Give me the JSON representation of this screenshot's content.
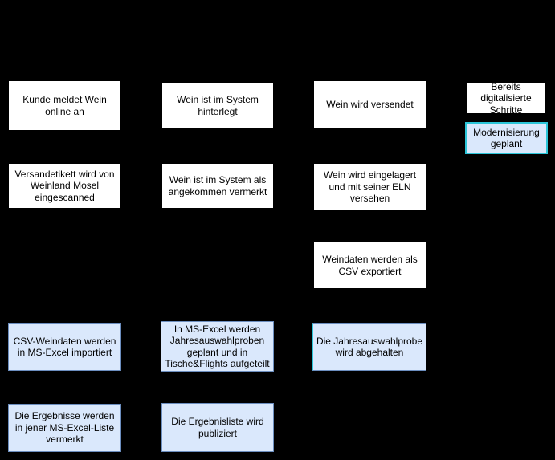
{
  "flowchart": {
    "background_color": "#000000",
    "colors": {
      "digitalized_fill": "#ffffff",
      "planned_fill": "#dae8fc",
      "planned_border": "#6c8ebf",
      "highlight_border": "#2bc5d8",
      "text": "#000000"
    },
    "steps": {
      "kunde_meldet_wein": {
        "label": "Kunde meldet Wein online an",
        "status": "digitalized"
      },
      "wein_im_system_hinterlegt": {
        "label": "Wein ist im System hinterlegt",
        "status": "digitalized"
      },
      "wein_wird_versendet": {
        "label": "Wein wird versendet",
        "status": "digitalized"
      },
      "versandetikett_eingescanned": {
        "label": "Versandetikett wird von Weinland Mosel eingescanned",
        "status": "digitalized"
      },
      "wein_angekommen_vermerkt": {
        "label": "Wein ist im System als angekommen vermerkt",
        "status": "digitalized"
      },
      "wein_eingelagert_eln": {
        "label": "Wein wird eingelagert und mit seiner ELN versehen",
        "status": "digitalized"
      },
      "weindaten_csv_export": {
        "label": "Weindaten werden als CSV exportiert",
        "status": "digitalized"
      },
      "csv_weindaten_import": {
        "label": "CSV-Weindaten werden in MS-Excel importiert",
        "status": "planned"
      },
      "jahresauswahlproben_geplant": {
        "label": "In MS-Excel werden Jahresauswahlproben geplant und in Tische&Flights aufgeteilt",
        "status": "planned"
      },
      "jahresauswahlprobe_abgehalten": {
        "label": "Die Jahresauswahlprobe wird abgehalten",
        "status": "planned"
      },
      "ergebnisse_vermerkt": {
        "label": "Die Ergebnisse werden in jener MS-Excel-Liste vermerkt",
        "status": "planned"
      },
      "ergebnisliste_publiziert": {
        "label": "Die Ergebnisliste wird publiziert",
        "status": "planned"
      }
    },
    "legend": {
      "digitalized": {
        "label": "Bereits digitalisierte Schritte"
      },
      "planned": {
        "label": "Modernisierung geplant"
      }
    }
  }
}
